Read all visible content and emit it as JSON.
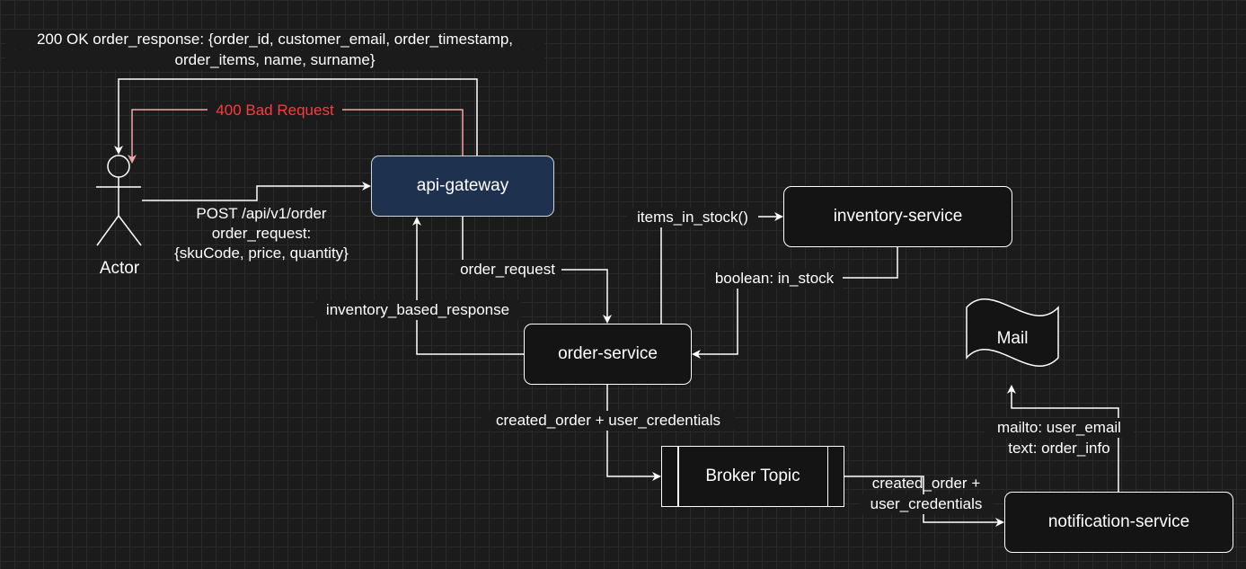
{
  "nodes": {
    "api_gateway": "api-gateway",
    "inventory_service": "inventory-service",
    "order_service": "order-service",
    "broker_topic": "Broker Topic",
    "notification_service": "notification-service",
    "mail": "Mail",
    "actor": "Actor"
  },
  "edges": {
    "ok_response_line1": "200 OK order_response: {order_id, customer_email, order_timestamp,",
    "ok_response_line2": "order_items, name, surname}",
    "bad_request": "400 Bad Request",
    "post_line1": "POST /api/v1/order",
    "post_line2": "order_request:",
    "post_line3": "{skuCode, price, quantity}",
    "order_request": "order_request",
    "inventory_based_response": "inventory_based_response",
    "items_in_stock": "items_in_stock()",
    "boolean_in_stock": "boolean: in_stock",
    "created_order_credentials": "created_order + user_credentials",
    "broker_line1": "created_order +",
    "broker_line2": "user_credentials",
    "mailto": "mailto: user_email",
    "text_order_info": "text: order_info"
  },
  "colors": {
    "background": "#1b1b1b",
    "line": "#ffffff",
    "bad_request": "#ff3a3a",
    "bad_request_line": "#f4a6a6",
    "api_gateway_fill": "#1e3250"
  }
}
